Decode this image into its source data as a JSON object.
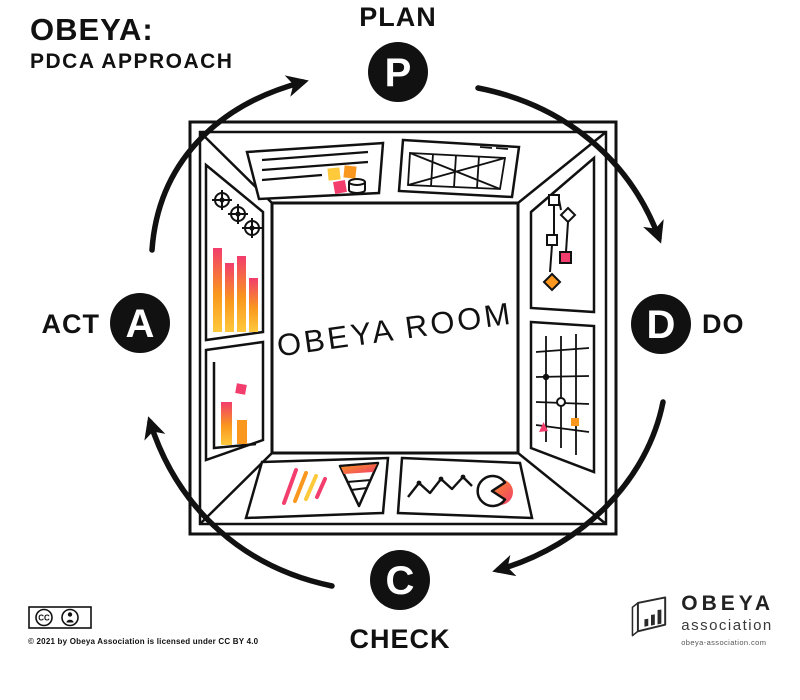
{
  "title": {
    "line1": "OBEYA:",
    "line2": "PDCA APPROACH"
  },
  "room_label": "OBEYA ROOM",
  "cycle": {
    "plan": {
      "letter": "P",
      "label": "PLAN"
    },
    "do": {
      "letter": "D",
      "label": "DO"
    },
    "check": {
      "letter": "C",
      "label": "CHECK"
    },
    "act": {
      "letter": "A",
      "label": "ACT"
    }
  },
  "footer": {
    "cc": "CC",
    "license": "© 2021 by Obeya Association is licensed under CC BY 4.0"
  },
  "logo": {
    "name": "OBEYA",
    "subtitle": "association",
    "url": "obeya-association.com"
  },
  "colors": {
    "ink": "#111111",
    "pink": "#F23D6D",
    "orange": "#F9971E",
    "yellow": "#FFC93C"
  }
}
